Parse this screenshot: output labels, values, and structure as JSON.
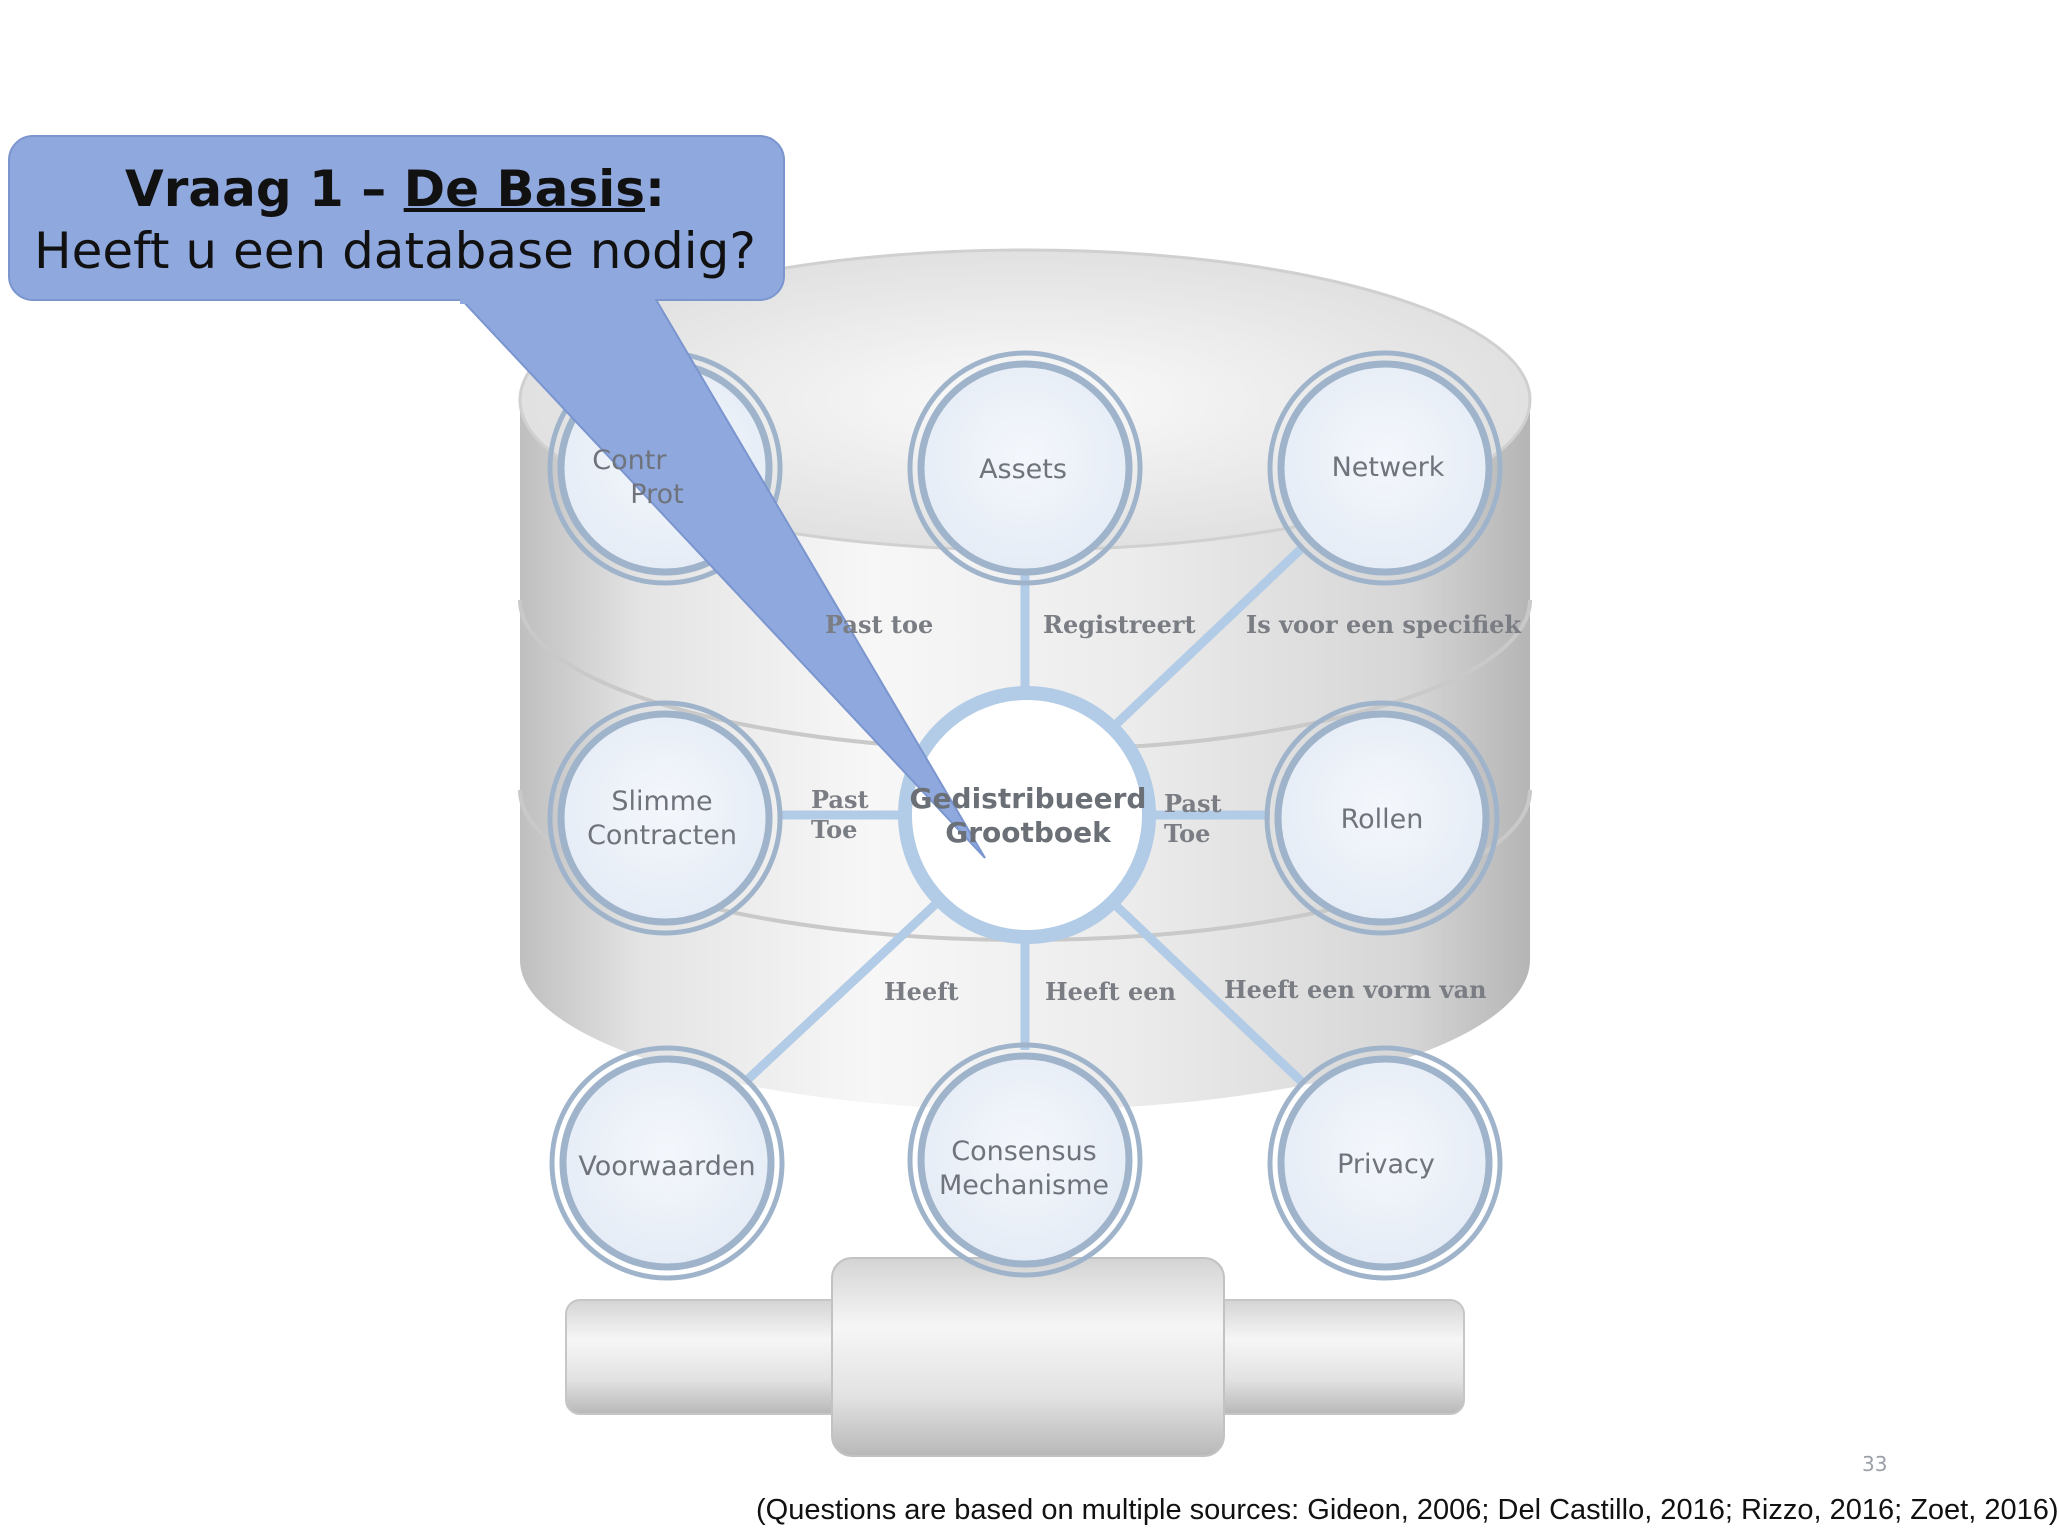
{
  "callout": {
    "title_prefix": "Vraag 1 – ",
    "title_underlined": "De Basis",
    "title_suffix": ":",
    "subtitle": "Heeft u een database nodig?"
  },
  "diagram": {
    "center": {
      "line1": "Gedistribueerd",
      "line2": "Grootboek"
    },
    "nodes": {
      "contracten_protocol": {
        "line1": "Contr",
        "line2": "Prot"
      },
      "assets": "Assets",
      "netwerk": "Netwerk",
      "slimme_contracten": {
        "line1": "Slimme",
        "line2": "Contracten"
      },
      "rollen": "Rollen",
      "voorwaarden": "Voorwaarden",
      "consensus": {
        "line1": "Consensus",
        "line2": "Mechanisme"
      },
      "privacy": "Privacy"
    },
    "edges": {
      "past_toe_top": "Past toe",
      "registreert": "Registreert",
      "is_voor_een_specifiek": "Is voor een specifiek",
      "past_toe_left": {
        "line1": "Past",
        "line2": "Toe"
      },
      "past_toe_right": {
        "line1": "Past",
        "line2": "Toe"
      },
      "heeft": "Heeft",
      "heeft_een": "Heeft een",
      "heeft_een_vorm_van": "Heeft een vorm van"
    }
  },
  "footer": {
    "slide_number": "33",
    "sources": "(Questions are based on multiple sources: Gideon, 2006; Del Castillo, 2016; Rizzo, 2016; Zoet, 2016)"
  }
}
